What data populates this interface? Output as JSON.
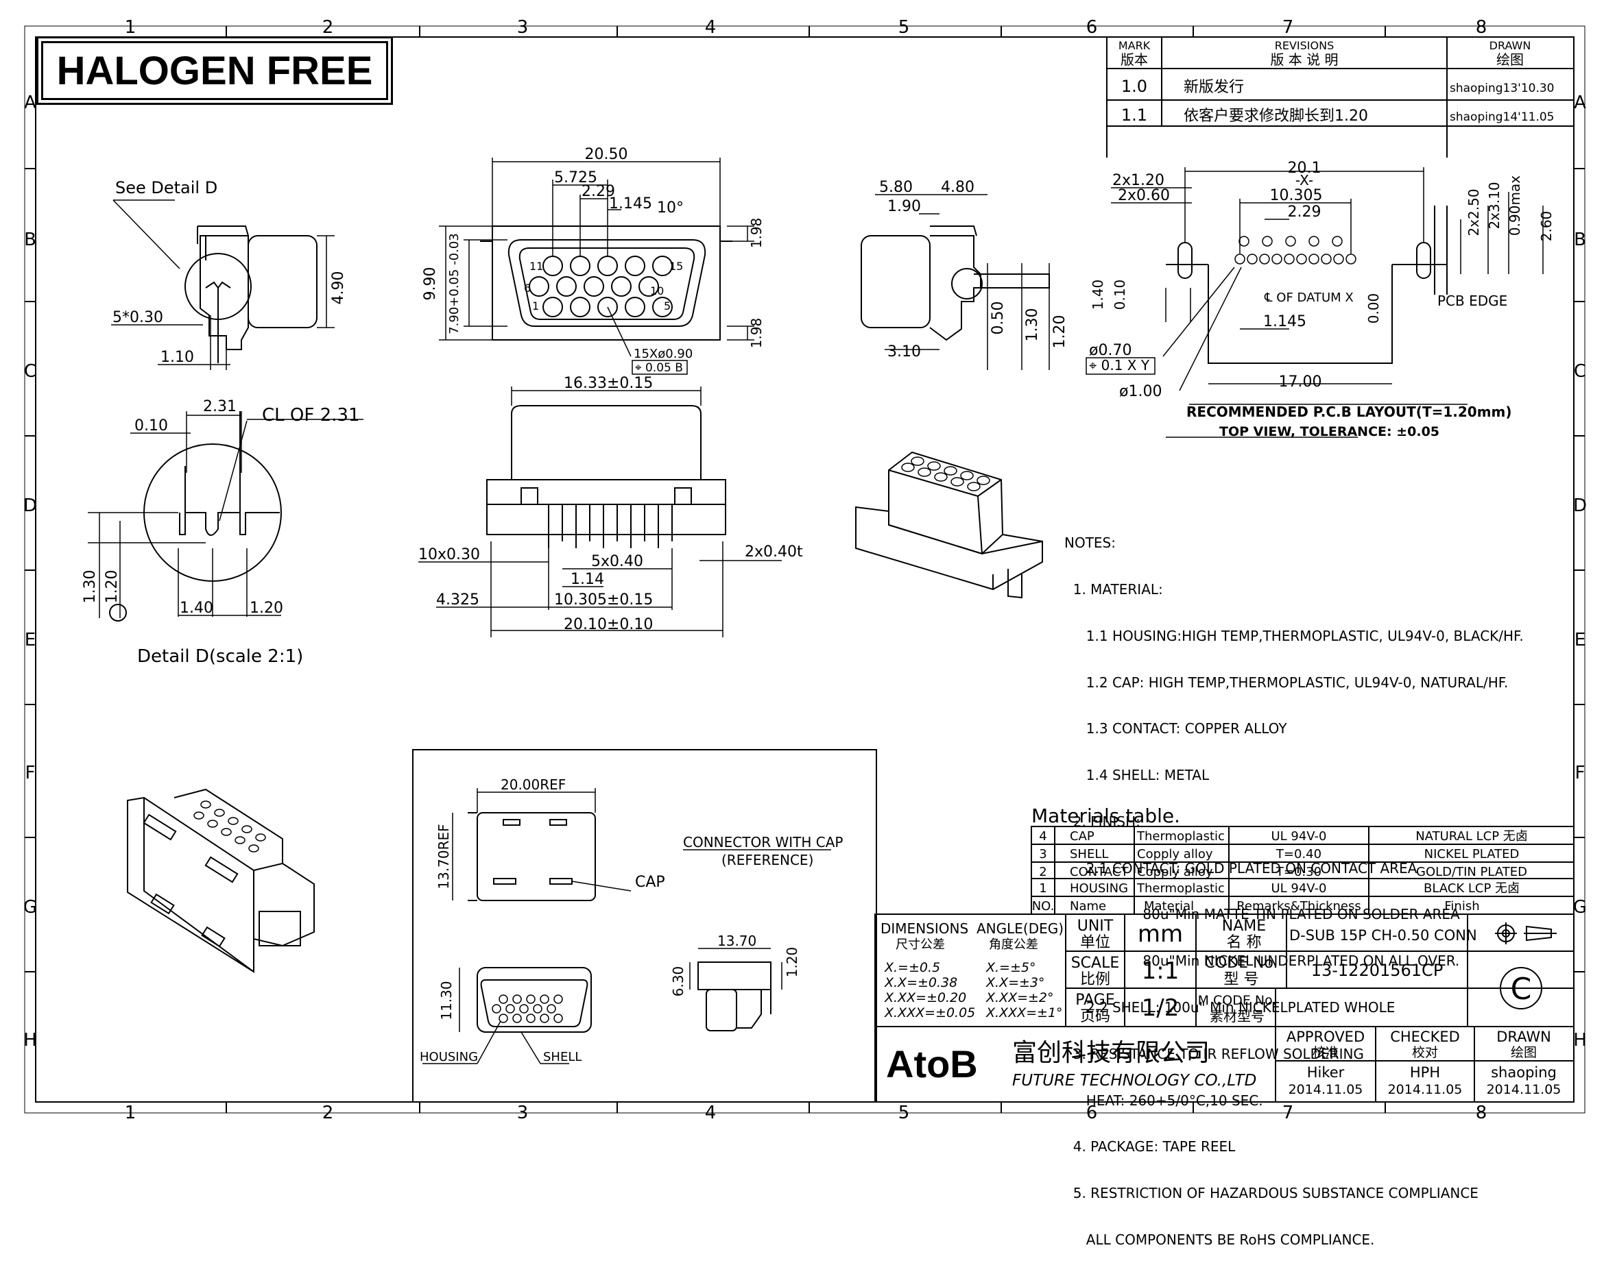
{
  "header_badge": "HALOGEN FREE",
  "grid": {
    "cols": [
      "1",
      "2",
      "3",
      "4",
      "5",
      "6",
      "7",
      "8"
    ],
    "rows": [
      "A",
      "B",
      "C",
      "D",
      "E",
      "F",
      "G",
      "H"
    ]
  },
  "revisions": {
    "head_mark": "MARK",
    "head_mark_cn": "版本",
    "head_rev": "REVISIONS",
    "head_rev_cn": "版  本  说  明",
    "head_drawn": "DRAWN",
    "head_drawn_cn": "绘图",
    "rows": [
      {
        "mark": "1.0",
        "desc": "新版发行",
        "drawn": "shaoping13'10.30"
      },
      {
        "mark": "1.1",
        "desc": "依客户要求修改脚长到1.20",
        "drawn": "shaoping14'11.05"
      }
    ]
  },
  "detail_view": {
    "see_detail": "See Detail D",
    "dim_490": "4.90",
    "dim_5x030": "5*0.30",
    "dim_110": "1.10",
    "dim_231": "2.31",
    "cl_label": "CL OF 2.31",
    "dim_010": "0.10",
    "dim_130": "1.30",
    "dim_120a": "1.20",
    "dim_140": "1.40",
    "dim_120b": "1.20",
    "caption": "Detail D(scale 2:1)"
  },
  "front_view": {
    "dim_2050": "20.50",
    "dim_5725": "5.725",
    "dim_229": "2.29",
    "dim_1145": "1.145",
    "dim_10deg": "10°",
    "dim_990": "9.90",
    "dim_790": "7.90+0.05 -0.03",
    "dim_198a": "1.98",
    "dim_198b": "1.98",
    "pin_15x": "15Xø0.90",
    "tol_frame": "⌖ 0.05 B",
    "pin_labels": [
      "1",
      "5",
      "6",
      "10",
      "11",
      "15"
    ]
  },
  "side_view": {
    "dim_580": "5.80",
    "dim_480": "4.80",
    "dim_190": "1.90",
    "dim_050": "0.50",
    "dim_130": "1.30",
    "dim_120": "1.20",
    "dim_310": "3.10"
  },
  "bottom_view": {
    "dim_1633": "16.33±0.15",
    "dim_10x030": "10x0.30",
    "dim_5x040": "5x0.40",
    "dim_2x040t": "2x0.40t",
    "dim_114": "1.14",
    "dim_4325": "4.325",
    "dim_10305": "10.305±0.15",
    "dim_2010": "20.10±0.10"
  },
  "pcb_layout": {
    "dim_201": "20.1",
    "dim_x": "-X-",
    "dim_10305": "10.305",
    "dim_229": "2.29",
    "dim_2x120": "2x1.20",
    "dim_2x060": "2x0.60",
    "dim_2x250": "2x2.50",
    "dim_2x310": "2x3.10",
    "dim_090max": "0.90max",
    "dim_260": "2.60",
    "dim_140": "1.40",
    "dim_010": "0.10",
    "dim_1145": "1.145",
    "dim_000": "0.00",
    "datum": "℄ OF DATUM X",
    "pcb_edge": "PCB EDGE",
    "dim_070": "ø0.70",
    "dim_100": "ø1.00",
    "tol": "⌖ 0.1 X Y",
    "dim_1700": "17.00",
    "title": "RECOMMENDED P.C.B LAYOUT(T=1.20mm)",
    "subtitle": "TOP VIEW, TOLERANCE: ±0.05"
  },
  "notes": [
    "NOTES:",
    "  1. MATERIAL:",
    "     1.1 HOUSING:HIGH TEMP,THERMOPLASTIC, UL94V-0, BLACK/HF.",
    "     1.2 CAP: HIGH TEMP,THERMOPLASTIC, UL94V-0, NATURAL/HF.",
    "     1.3 CONTACT: COPPER ALLOY",
    "     1.4 SHELL: METAL",
    "  2. FINISH:",
    "     2.1 CONTACT: GOLD PLATED ON CONTACT AREA",
    "                  80u\"Min MATTE TIN PLATED ON SOLDER AREA",
    "                  80u\"Min NICKEL UNDERPLATED ON ALL OVER.",
    "     2.2 SHELL: 100u\" Min NICKELPLATED WHOLE",
    "  3. RESISTANCE TO IR REFLOW SOLDERING",
    "     HEAT: 260+5/0°C,10 SEC.",
    "  4. PACKAGE: TAPE REEL",
    "  5. RESTRICTION OF HAZARDOUS SUBSTANCE COMPLIANCE",
    "     ALL COMPONENTS BE RoHS COMPLIANCE."
  ],
  "reference_box": {
    "dim_2000": "20.00REF",
    "dim_1370": "13.70REF",
    "title": "CONNECTOR WITH CAP",
    "subtitle": "(REFERENCE)",
    "cap": "CAP",
    "dim_1130": "11.30",
    "dim_630": "6.30",
    "dim_1370b": "13.70",
    "dim_120": "1.20",
    "housing": "HOUSING",
    "shell": "SHELL"
  },
  "materials": {
    "title": "Materials table.",
    "rows": [
      {
        "no": "4",
        "name": "CAP",
        "material": "Thermoplastic",
        "remarks": "UL 94V-0",
        "finish": "NATURAL LCP 无卤"
      },
      {
        "no": "3",
        "name": "SHELL",
        "material": "Copply alloy",
        "remarks": "T=0.40",
        "finish": "NICKEL PLATED"
      },
      {
        "no": "2",
        "name": "CONTACT",
        "material": "Copply alloy",
        "remarks": "T=0.30",
        "finish": "GOLD/TIN PLATED"
      },
      {
        "no": "1",
        "name": "HOUSING",
        "material": "Thermoplastic",
        "remarks": "UL 94V-0",
        "finish": "BLACK LCP 无卤"
      }
    ],
    "header": {
      "no": "NO.",
      "name": "Name",
      "material": "Material",
      "remarks": "Remarks&Thickness",
      "finish": "Finish"
    }
  },
  "title_block": {
    "dimensions": "DIMENSIONS",
    "dimensions_cn": "尺寸公差",
    "angle": "ANGLE(DEG)",
    "angle_cn": "角度公差",
    "tol_lin": [
      "X.=±0.5",
      "X.X=±0.38",
      "X.XX=±0.20",
      "X.XXX=±0.05"
    ],
    "tol_ang": [
      "X.=±5°",
      "X.X=±3°",
      "X.XX=±2°",
      "X.XXX=±1°"
    ],
    "unit": "UNIT",
    "unit_cn": "单位",
    "unit_val": "mm",
    "name": "NAME",
    "name_cn": "名  称",
    "name_val": "D-SUB 15P CH-0.50 CONN",
    "scale": "SCALE",
    "scale_cn": "比例",
    "scale_val": "1:1",
    "code": "CODE No.",
    "code_cn": "型  号",
    "code_val": "13-12201561CP",
    "page": "PAGE",
    "page_cn": "页码",
    "page_val": "1/2",
    "mcode": "M CODE No.",
    "mcode_cn": "素材型号",
    "mark_c": "C",
    "logo": "AtoB",
    "company_cn": "富创科技有限公司",
    "company_en": "FUTURE TECHNOLOGY CO.,LTD",
    "approved": "APPROVED",
    "approved_cn": "核准",
    "checked": "CHECKED",
    "checked_cn": "校对",
    "drawn": "DRAWN",
    "drawn_cn": "绘图",
    "approved_by": "Hiker",
    "checked_by": "HPH",
    "drawn_by": "shaoping",
    "approved_date": "2014.11.05",
    "checked_date": "2014.11.05",
    "drawn_date": "2014.11.05"
  }
}
